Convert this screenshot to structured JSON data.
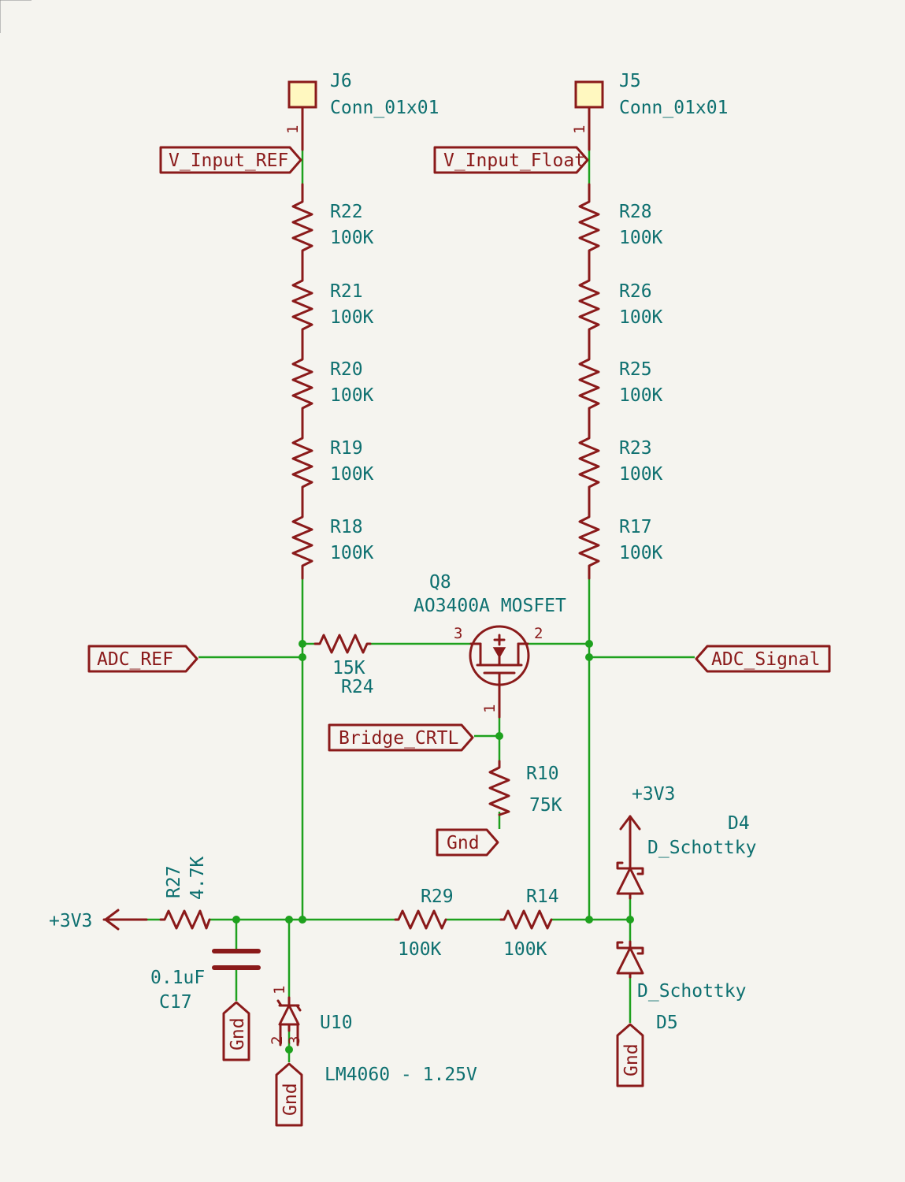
{
  "connectors": {
    "j6": {
      "ref": "J6",
      "value": "Conn_01x01",
      "pin": "1"
    },
    "j5": {
      "ref": "J5",
      "value": "Conn_01x01",
      "pin": "1"
    }
  },
  "nets": {
    "v_input_ref": "V_Input_REF",
    "v_input_float": "V_Input_Float",
    "adc_ref": "ADC_REF",
    "adc_signal": "ADC_Signal",
    "bridge_crtl": "Bridge_CRTL",
    "gnd": "Gnd",
    "p3v3": "+3V3"
  },
  "resistors": {
    "r22": {
      "ref": "R22",
      "value": "100K"
    },
    "r21": {
      "ref": "R21",
      "value": "100K"
    },
    "r20": {
      "ref": "R20",
      "value": "100K"
    },
    "r19": {
      "ref": "R19",
      "value": "100K"
    },
    "r18": {
      "ref": "R18",
      "value": "100K"
    },
    "r28": {
      "ref": "R28",
      "value": "100K"
    },
    "r26": {
      "ref": "R26",
      "value": "100K"
    },
    "r25": {
      "ref": "R25",
      "value": "100K"
    },
    "r23": {
      "ref": "R23",
      "value": "100K"
    },
    "r17": {
      "ref": "R17",
      "value": "100K"
    },
    "r24": {
      "ref": "R24",
      "value": "15K"
    },
    "r10": {
      "ref": "R10",
      "value": "75K"
    },
    "r27": {
      "ref": "R27",
      "value": "4.7K"
    },
    "r29": {
      "ref": "R29",
      "value": "100K"
    },
    "r14": {
      "ref": "R14",
      "value": "100K"
    }
  },
  "mosfet": {
    "ref": "Q8",
    "value": "AO3400A MOSFET",
    "pin_drain": "3",
    "pin_source": "2",
    "pin_gate": "1"
  },
  "capacitor": {
    "ref": "C17",
    "value": "0.1uF"
  },
  "reference": {
    "ref": "U10",
    "value": "LM4060 - 1.25V",
    "pin1": "1",
    "pin2": "2",
    "pin3": "3"
  },
  "diodes": {
    "d4": {
      "ref": "D4",
      "value": "D_Schottky"
    },
    "d5": {
      "ref": "D5",
      "value": "D_Schottky"
    }
  },
  "colors": {
    "wire": "#1ea11e",
    "symbol": "#8a1a1a",
    "text": "#0e7070",
    "connector_fill": "#fff8c0",
    "background": "#f5f4ef"
  }
}
